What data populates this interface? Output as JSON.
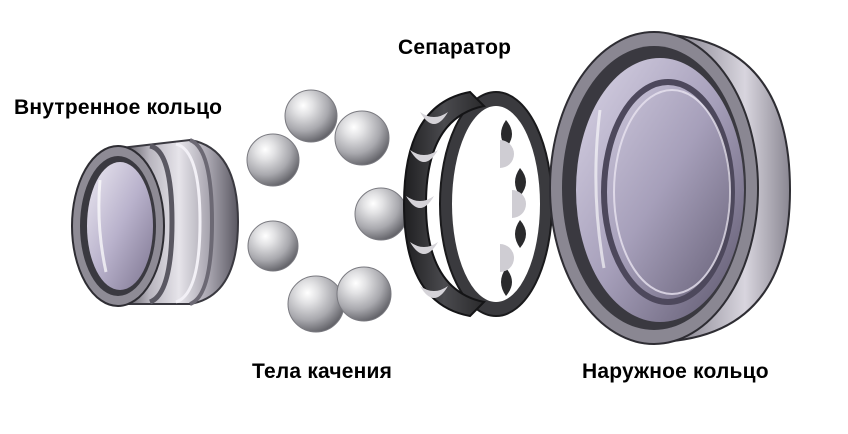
{
  "labels": {
    "inner_ring": "Внутренное кольцо",
    "separator": "Сепаратор",
    "rolling_bodies": "Тела качения",
    "outer_ring": "Наружное кольцо"
  },
  "colors": {
    "background": "#ffffff",
    "label_text": "#000000",
    "ring_dark": "#3a3940",
    "ring_mid": "#8e8b95",
    "ring_light": "#d6d4dc",
    "bore_lavender": "#b9b2cc",
    "ball_highlight": "#f4f4f4",
    "ball_shadow": "#6a6a70",
    "separator_dark": "#2e2e30"
  },
  "parts": [
    "inner-ring",
    "balls",
    "separator",
    "outer-ring"
  ]
}
